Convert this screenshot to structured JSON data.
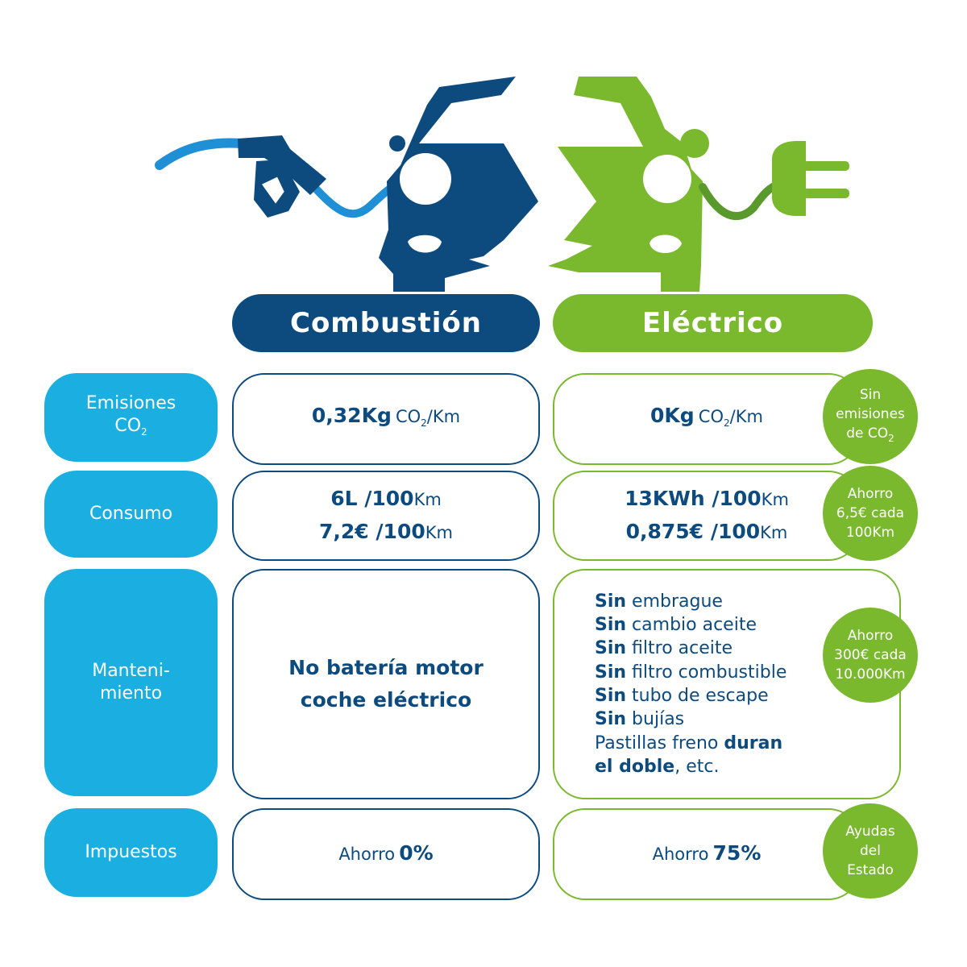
{
  "colors": {
    "combustion": "#0d4a7e",
    "electric": "#7ab82e",
    "label": "#1aaee1",
    "hose": "#1f8fd6"
  },
  "icons": {
    "combustion": [
      "fuel-nozzle-icon",
      "car-front-icon"
    ],
    "electric": [
      "electric-plug-icon",
      "car-front-icon"
    ]
  },
  "headers": {
    "combustion": "Combustión",
    "electric": "Eléctrico"
  },
  "rows": {
    "emissions": {
      "label": "Emisiones",
      "label_co": "CO",
      "label_sub": "2",
      "comb_value": "0,32Kg",
      "comb_unit": "CO",
      "comb_unit_sub": "2",
      "comb_unit_tail": "/Km",
      "elec_value": "0Kg",
      "elec_unit": "CO",
      "elec_unit_sub": "2",
      "elec_unit_tail": "/Km",
      "badge": [
        "Sin",
        "emisiones",
        "de CO"
      ],
      "badge_sub": "2"
    },
    "consumption": {
      "label": "Consumo",
      "comb_line1_value": "6L",
      "comb_line1_per": "/100",
      "comb_line1_unit": "Km",
      "comb_line2_value": "7,2€",
      "comb_line2_per": "/100",
      "comb_line2_unit": "Km",
      "elec_line1_value": "13KWh",
      "elec_line1_per": "/100",
      "elec_line1_unit": "Km",
      "elec_line2_value": "0,875€",
      "elec_line2_per": "/100",
      "elec_line2_unit": "Km",
      "badge": [
        "Ahorro",
        "6,5€ cada",
        "100Km"
      ]
    },
    "maintenance": {
      "label_line1": "Manteni-",
      "label_line2": "miento",
      "comb_line1": "No batería motor",
      "comb_line2": "coche eléctrico",
      "elec_items": [
        {
          "bold": "Sin",
          "rest": " embrague"
        },
        {
          "bold": "Sin",
          "rest": " cambio aceite"
        },
        {
          "bold": "Sin",
          "rest": " filtro aceite"
        },
        {
          "bold": "Sin",
          "rest": " filtro combustible"
        },
        {
          "bold": "Sin",
          "rest": " tubo de escape"
        },
        {
          "bold": "Sin",
          "rest": " bujías"
        }
      ],
      "elec_tail1_plain": "Pastillas freno ",
      "elec_tail1_bold": "duran",
      "elec_tail2_bold": "el doble",
      "elec_tail2_plain": ", etc.",
      "badge": [
        "Ahorro",
        "300€ cada",
        "10.000Km"
      ]
    },
    "taxes": {
      "label": "Impuestos",
      "comb_text": "Ahorro",
      "comb_value": "0%",
      "elec_text": "Ahorro",
      "elec_value": "75%",
      "badge": [
        "Ayudas",
        "del",
        "Estado"
      ]
    }
  }
}
